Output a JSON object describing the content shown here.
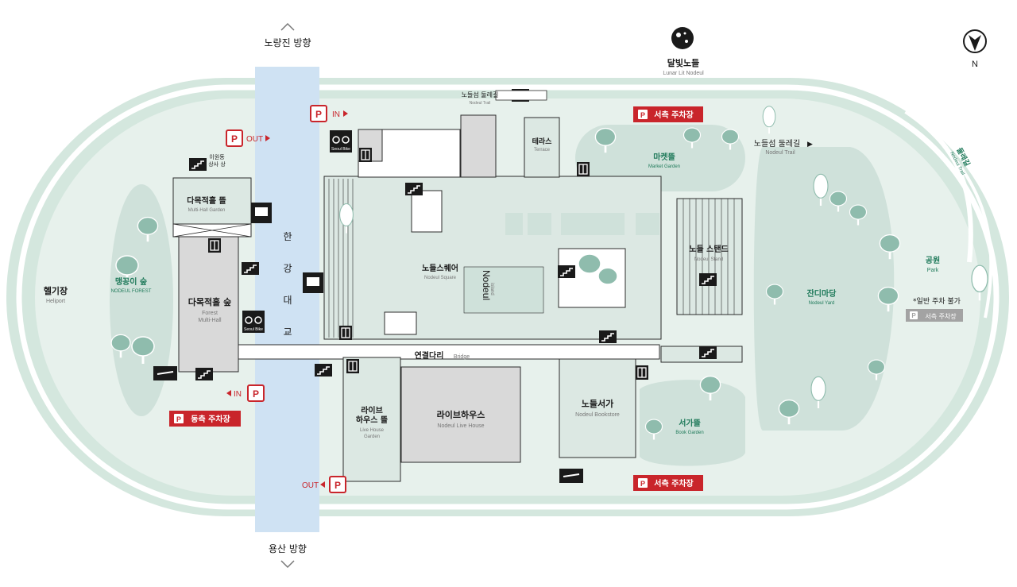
{
  "colors": {
    "ground": "#e7f1ec",
    "ring": "#d4e7de",
    "lawn": "#cfe1da",
    "building": "#dce8e3",
    "building_dark": "#d9d9d9",
    "road": "#cfe2f3",
    "outline": "#2b2b2b",
    "parking_red": "#c9252b",
    "parking_gray": "#a3a3a3",
    "tree": "#8fbcad",
    "tree_dark": "#5f9a86",
    "trail_green": "#1f7a5a",
    "text": "#1a1a1a",
    "muted": "#777777"
  },
  "compass": {
    "label": "N"
  },
  "moon": {
    "ko": "달빛노들",
    "en": "Lunar Lit Nodeul"
  },
  "directions": {
    "north": "노량진 방향",
    "south": "용산 방향"
  },
  "bridge_vertical": [
    "한",
    "강",
    "대",
    "교"
  ],
  "trail_top": {
    "ko": "노들섬 둘레길",
    "en": "Nodeul Trail"
  },
  "trail_right": {
    "ko": "노들섬 둘레길",
    "en": "Nodeul Trail",
    "arrow": "▶"
  },
  "trail_diag": {
    "ko": "둘레길",
    "en": "Nodeul Trail"
  },
  "parking": {
    "icon": "P",
    "in": "IN",
    "out": "OUT",
    "west_top": "서측 주차장",
    "west_bottom": "서측 주차장",
    "east": "동측 주차장",
    "gray": "서측 주차장",
    "note": "*일반 주차 불가"
  },
  "seoul_bike": "Seoul Bike",
  "areas": {
    "heliport": {
      "ko": "헬기장",
      "en": "Heliport"
    },
    "forest": {
      "ko": "맹꽁이 숲",
      "en": "NODEUL FOREST"
    },
    "multi_hall_garden": {
      "ko": "다목적홀 뜰",
      "en": "Multi-Hall Garden"
    },
    "multi_hall": {
      "ko": "다목적홀 숲",
      "en1": "Forest",
      "en2": "Multi-Hall"
    },
    "vendor": {
      "ko1": "이원동",
      "ko2": "상사 상"
    },
    "terrace": {
      "ko": "테라스",
      "en": "Terrace"
    },
    "square": {
      "ko": "노들스퀘어",
      "en": "Nodeul Square"
    },
    "island": {
      "ko": "Nodeul",
      "en": "island"
    },
    "stand": {
      "ko": "노들 스탠드",
      "en": "Nodeul Stand"
    },
    "market": {
      "ko": "마켓뜰",
      "en": "Market Garden"
    },
    "yard": {
      "ko": "잔디마당",
      "en": "Nodeul Yard"
    },
    "park": {
      "ko": "공원",
      "en": "Park"
    },
    "bridge": {
      "ko": "연결다리",
      "en": "Bridge"
    },
    "live_garden": {
      "ko1": "라이브",
      "ko2": "하우스 뜰",
      "en1": "Live House",
      "en2": "Garden"
    },
    "live_house": {
      "ko": "라이브하우스",
      "en": "Nodeul Live House"
    },
    "bookstore": {
      "ko": "노들서가",
      "en": "Nodeul Bookstore"
    },
    "book_garden": {
      "ko": "서가뜰",
      "en": "Book Garden"
    }
  }
}
